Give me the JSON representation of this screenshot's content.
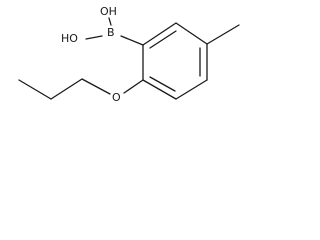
{
  "molecule": {
    "atoms": {
      "boron": "B",
      "oh_top": "OH",
      "ho_left": "HO",
      "ether_oxygen": "O"
    },
    "colors": {
      "bond": "#1a1a1a",
      "text": "#1a1a1a",
      "background": "#ffffff"
    }
  }
}
